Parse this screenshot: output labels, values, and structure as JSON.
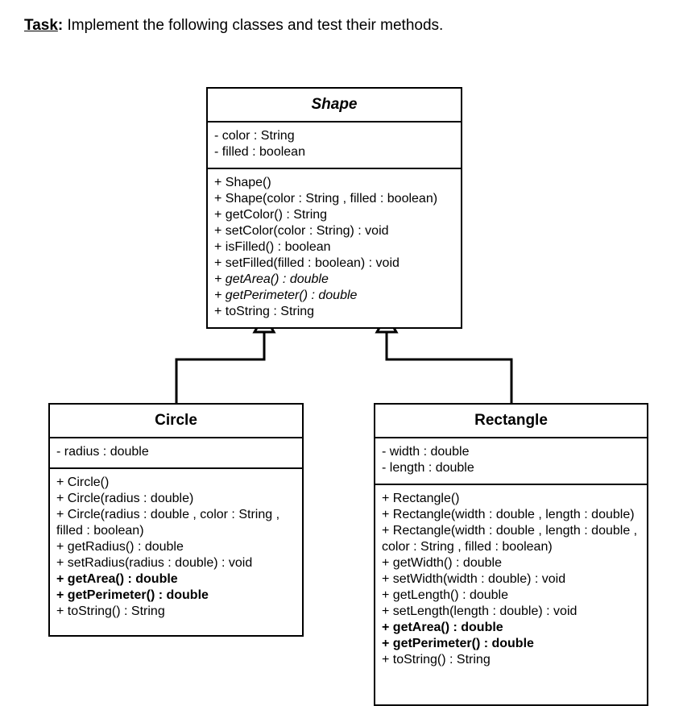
{
  "task": {
    "label": "Task",
    "colon": ":",
    "text": " Implement the following classes and test their methods."
  },
  "diagram": {
    "type": "uml-class-diagram",
    "relationship": "generalization",
    "stroke_color": "#000000",
    "background_color": "#ffffff",
    "classes": {
      "shape": {
        "name": "Shape",
        "abstract": true,
        "attributes": [
          "- color : String",
          "- filled : boolean"
        ],
        "operations": [
          "+ Shape()",
          "+ Shape(color : String , filled : boolean)",
          "+ getColor() : String",
          "+ setColor(color : String) : void",
          "+ isFilled() : boolean",
          "+ setFilled(filled : boolean) : void",
          "+ getArea() : double",
          "+ getPerimeter() : double",
          "+ toString : String"
        ],
        "abstract_operations": [
          "+ getArea() : double",
          "+ getPerimeter() : double"
        ]
      },
      "circle": {
        "name": "Circle",
        "abstract": false,
        "extends": "Shape",
        "attributes": [
          "- radius : double"
        ],
        "operations": [
          "+ Circle()",
          "+ Circle(radius : double)",
          "+ Circle(radius : double , color : String , filled : boolean)",
          "+ getRadius() : double",
          "+ setRadius(radius : double) : void",
          "+ getArea() : double",
          "+ getPerimeter() : double",
          "+ toString() : String"
        ],
        "bold_operations": [
          "+ getArea() : double",
          "+ getPerimeter() : double"
        ]
      },
      "rectangle": {
        "name": "Rectangle",
        "abstract": false,
        "extends": "Shape",
        "attributes": [
          "- width : double",
          "- length : double"
        ],
        "operations": [
          "+ Rectangle()",
          "+ Rectangle(width : double , length : double)",
          "+ Rectangle(width : double , length : double , color : String , filled : boolean)",
          "+ getWidth() : double",
          "+ setWidth(width : double) : void",
          "+ getLength() : double",
          "+ setLength(length : double) : void",
          "+ getArea() : double",
          "+ getPerimeter() : double",
          "+ toString() : String"
        ],
        "bold_operations": [
          "+ getArea() : double",
          "+ getPerimeter() : double"
        ]
      }
    }
  }
}
